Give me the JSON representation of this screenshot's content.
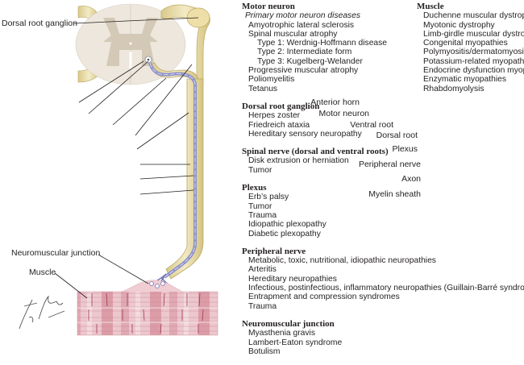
{
  "illustration": {
    "labels": {
      "dorsal_root_ganglion": "Dorsal root ganglion",
      "anterior_horn": "Anterior horn",
      "motor_neuron": "Motor neuron",
      "ventral_root": "Ventral root",
      "dorsal_root": "Dorsal root",
      "plexus": "Plexus",
      "peripheral_nerve": "Peripheral nerve",
      "axon": "Axon",
      "myelin_sheath": "Myelin sheath",
      "neuromuscular_junction": "Neuromuscular junction",
      "muscle": "Muscle"
    },
    "signature": "F. Netter M.D.",
    "colors": {
      "spinal_cord_white": "#ece6dc",
      "gray_matter": "#c9bfa9",
      "nerve_sheath": "#e9dcaa",
      "nerve_outline": "#b9a862",
      "axon_blue": "#8c90c8",
      "muscle_pink": "#e6b8c0",
      "muscle_dark": "#b9566c"
    }
  },
  "left_column": [
    {
      "title": "Motor neuron",
      "items": [
        {
          "text": "Primary motor neuron diseases",
          "style": "italic"
        },
        {
          "text": "Amyotrophic lateral sclerosis",
          "style": "l1"
        },
        {
          "text": "Spinal muscular atrophy",
          "style": "l1"
        },
        {
          "text": "Type 1: Werdnig-Hoffmann disease",
          "style": "l2"
        },
        {
          "text": "Type 2: Intermediate form",
          "style": "l2"
        },
        {
          "text": "Type 3: Kugelberg-Welander",
          "style": "l2"
        },
        {
          "text": "Progressive muscular atrophy",
          "style": "l1"
        },
        {
          "text": "Poliomyelitis",
          "style": "l1"
        },
        {
          "text": "Tetanus",
          "style": "l1"
        }
      ]
    },
    {
      "title": "Dorsal root ganglion",
      "items": [
        {
          "text": "Herpes zoster",
          "style": "l3"
        },
        {
          "text": "Friedreich ataxia",
          "style": "l3"
        },
        {
          "text": "Hereditary sensory neuropathy",
          "style": "l3"
        }
      ]
    },
    {
      "title": "Spinal nerve (dorsal and ventral roots)",
      "items": [
        {
          "text": "Disk extrusion or herniation",
          "style": "l3"
        },
        {
          "text": "Tumor",
          "style": "l3"
        }
      ]
    },
    {
      "title": "Plexus",
      "items": [
        {
          "text": "Erb’s palsy",
          "style": "l3"
        },
        {
          "text": "Tumor",
          "style": "l3"
        },
        {
          "text": "Trauma",
          "style": "l3"
        },
        {
          "text": "Idiopathic plexopathy",
          "style": "l3"
        },
        {
          "text": "Diabetic plexopathy",
          "style": "l3"
        }
      ]
    },
    {
      "title": "Peripheral nerve",
      "items": [
        {
          "text": "Metabolic, toxic, nutritional, idiopathic neuropathies",
          "style": "l3"
        },
        {
          "text": "Arteritis",
          "style": "l3"
        },
        {
          "text": "Hereditary neuropathies",
          "style": "l3"
        },
        {
          "text": "Infectious, postinfectious, inflammatory neuropathies (Guillain-Barré syndrome)",
          "style": "l3"
        },
        {
          "text": "Entrapment and compression syndromes",
          "style": "l3"
        },
        {
          "text": "Trauma",
          "style": "l3"
        }
      ]
    },
    {
      "title": "Neuromuscular junction",
      "items": [
        {
          "text": "Myasthenia gravis",
          "style": "l3"
        },
        {
          "text": "Lambert-Eaton syndrome",
          "style": "l3"
        },
        {
          "text": "Botulism",
          "style": "l3"
        }
      ]
    }
  ],
  "right_column": [
    {
      "title": "Muscle",
      "items": [
        {
          "text": "Duchenne muscular dystrophy",
          "style": "l3"
        },
        {
          "text": "Myotonic dystrophy",
          "style": "l3"
        },
        {
          "text": "Limb-girdle muscular dystrophy",
          "style": "l3"
        },
        {
          "text": "Congenital myopathies",
          "style": "l3"
        },
        {
          "text": "Polymyositis/dermatomyositis",
          "style": "l3"
        },
        {
          "text": "Potassium-related myopathies",
          "style": "l3"
        },
        {
          "text": "Endocrine dysfunction myopathies",
          "style": "l3"
        },
        {
          "text": "Enzymatic myopathies",
          "style": "l3"
        },
        {
          "text": "Rhabdomyolysis",
          "style": "l3"
        }
      ]
    }
  ]
}
